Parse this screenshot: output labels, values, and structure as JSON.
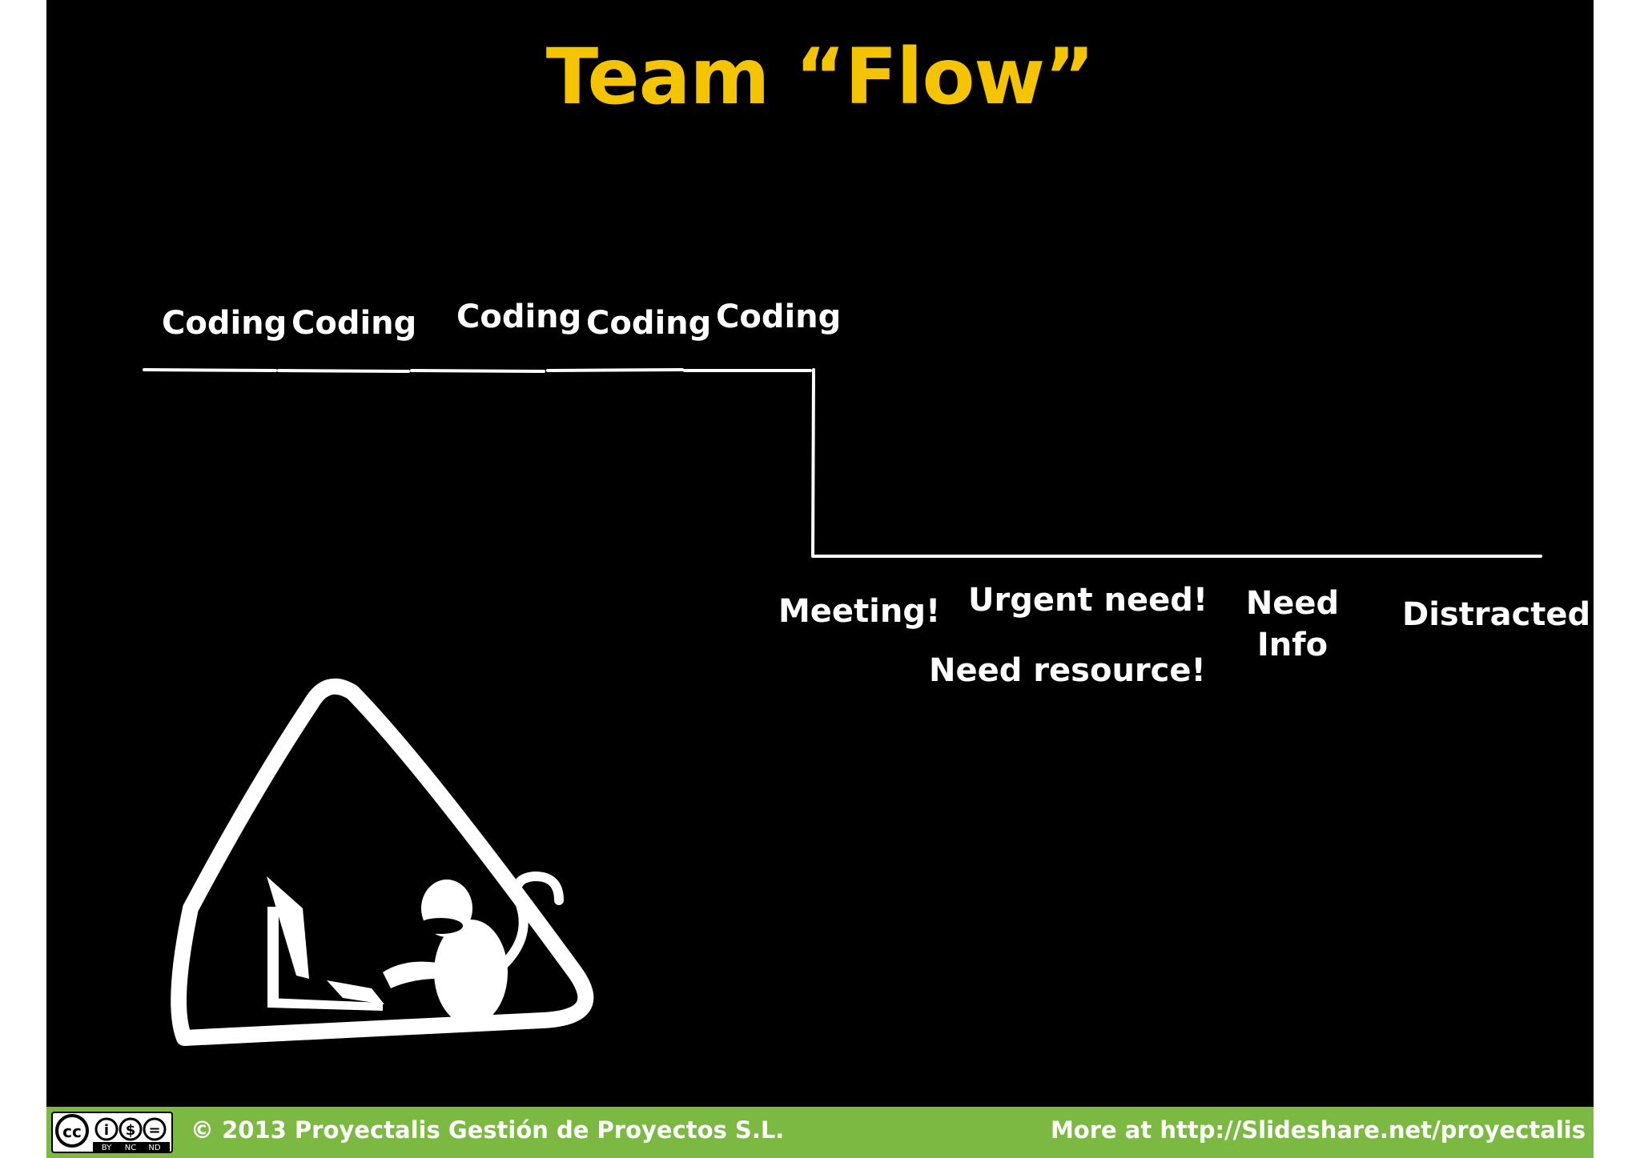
{
  "slide": {
    "title": "Team “Flow”",
    "title_color": "#f5c400",
    "background": "#000000"
  },
  "flow": {
    "coding_labels": [
      "Coding",
      "Coding",
      "Coding",
      "Coding",
      "Coding"
    ],
    "meeting_label": "Meeting!",
    "urgent_label": "Urgent need!",
    "resource_label": "Need resource!",
    "need_info_label_line1": "Need",
    "need_info_label_line2": "Info",
    "distracted_label": "Distracted",
    "line_color": "#ffffff"
  },
  "footer": {
    "bar_color": "#7cb942",
    "copyright": "© 2013 Proyectalis Gestión de Proyectos S.L.",
    "more_link": "More at http://Slideshare.net/proyectalis",
    "license_icon": "cc-by-nc-nd-icon",
    "license_terms": [
      "BY",
      "NC",
      "ND"
    ]
  },
  "illustration": {
    "icon": "monkey-at-computer-warning-icon"
  }
}
